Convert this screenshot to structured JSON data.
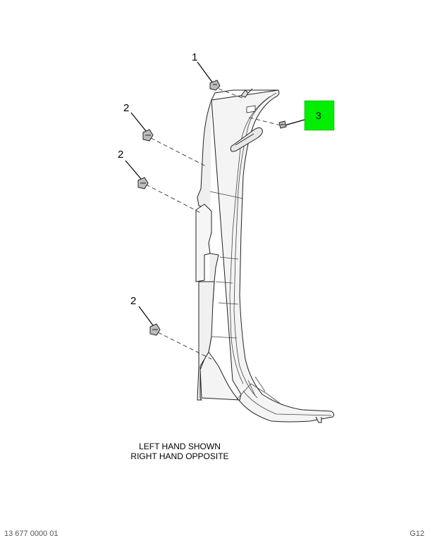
{
  "callouts": {
    "one": "1",
    "two_a": "2",
    "two_b": "2",
    "two_c": "2",
    "three": "3"
  },
  "caption": {
    "line1": "LEFT HAND SHOWN",
    "line2": "RIGHT HAND OPPOSITE"
  },
  "footer": {
    "left": "13 677 0000 01",
    "right": "G12"
  },
  "colors": {
    "highlight": "#00ee00",
    "panel_fill": "#f2f2f2",
    "line": "#222222"
  }
}
